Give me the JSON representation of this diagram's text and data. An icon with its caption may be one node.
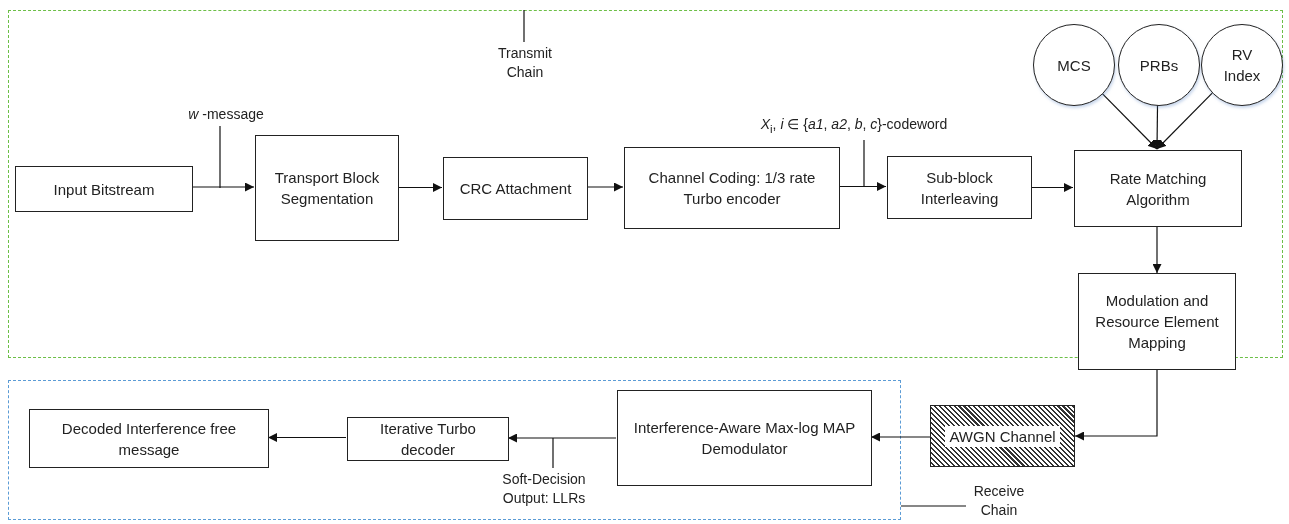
{
  "diagram": {
    "nodes": [
      {
        "text": [],
        "shape": "box"
      },
      {
        "text": [
          "Transmit Chain"
        ],
        "in": 0
      },
      {
        "text": [
          "Input Bitstream"
        ],
        "in": 0
      },
      {
        "text": [
          "*w* -message"
        ],
        "in": 0
      },
      {
        "text": [
          "Transport Block Segmentation"
        ],
        "in": 0
      },
      {
        "text": [
          "CRC Attachment"
        ],
        "in": 0
      },
      {
        "text": [
          "Channel Coding: 1/3 rate Turbo encoder"
        ],
        "in": 0
      },
      {
        "text": [
          "*X*$_{i}$, *i* ∈ {*a1*, *a2*, *b*, *c*}-codeword"
        ],
        "in": 0
      },
      {
        "text": [
          "Sub-block Interleaving"
        ],
        "in": 0
      },
      {
        "text": [
          "MCS"
        ],
        "in": 0
      },
      {
        "text": [
          "PRBs"
        ],
        "in": 0
      },
      {
        "text": [
          "RV Index"
        ],
        "in": 0
      },
      {
        "text": [
          "Rate Matching Algorithm"
        ],
        "in": 0
      },
      {
        "text": [
          "Modulation and Resource Element Mapping"
        ]
      },
      {
        "text": [],
        "shape": "box"
      },
      {
        "text": [
          "Receive Chain"
        ]
      },
      {
        "text": [
          "Decoded Interference free message"
        ],
        "in": 14
      },
      {
        "text": [
          "Iterative Turbo decoder"
        ],
        "in": 14
      },
      {
        "text": [
          "Soft-Decision Output: LLRs"
        ],
        "in": 14
      },
      {
        "text": [
          "Interference-Aware Max-log MAP Demodulator"
        ],
        "in": 14
      },
      {
        "text": [
          "AWGN Channel"
        ]
      }
    ],
    "edges": [
      {
        "from": 1,
        "to": 0,
        "arrow": "none"
      },
      {
        "from": 2,
        "to": 4,
        "arrow": "to"
      },
      {
        "from": 3,
        "to": null,
        "arrow": "none"
      },
      {
        "from": 4,
        "to": 5,
        "arrow": "to"
      },
      {
        "from": 5,
        "to": 6,
        "arrow": "to"
      },
      {
        "from": 6,
        "to": 8,
        "arrow": "to"
      },
      {
        "from": 7,
        "to": null,
        "arrow": "none"
      },
      {
        "from": 8,
        "to": 12,
        "arrow": "to"
      },
      {
        "from": 9,
        "to": 12,
        "arrow": "to"
      },
      {
        "from": 10,
        "to": 12,
        "arrow": "to"
      },
      {
        "from": 11,
        "to": 12,
        "arrow": "to"
      },
      {
        "from": 12,
        "to": 13,
        "arrow": "to"
      },
      {
        "from": 13,
        "to": 20,
        "arrow": "to"
      },
      {
        "from": 20,
        "to": 19,
        "arrow": "to"
      },
      {
        "from": 19,
        "to": 17,
        "arrow": "to"
      },
      {
        "from": 18,
        "to": null,
        "arrow": "none"
      },
      {
        "from": 17,
        "to": 16,
        "arrow": "to"
      },
      {
        "from": 15,
        "to": 14,
        "arrow": "none"
      }
    ]
  }
}
